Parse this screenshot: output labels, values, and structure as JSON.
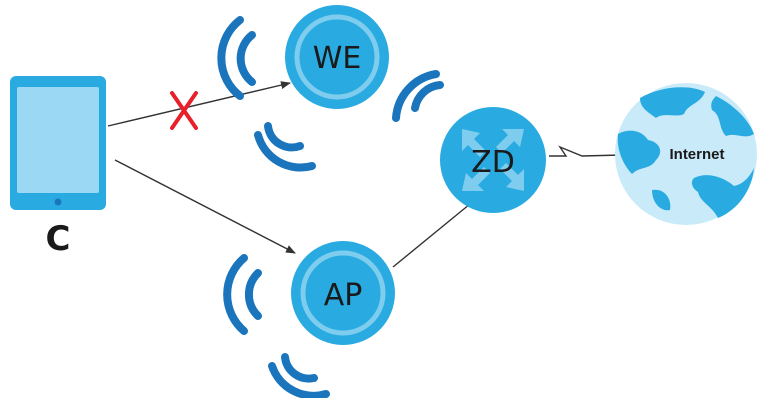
{
  "diagram": {
    "client_label": "C",
    "we_label": "WE",
    "zd_label": "ZD",
    "ap_label": "AP",
    "internet_label": "Internet"
  },
  "colors": {
    "device_blue": "#29abe2",
    "device_light": "#b9e4f7",
    "wave_blue": "#1b75bc",
    "globe_land": "#29abe2",
    "globe_water": "#c9ebf9",
    "blocked_red": "#e8202a",
    "line": "#333333"
  },
  "connections": [
    {
      "from": "C",
      "to": "WE",
      "status": "blocked"
    },
    {
      "from": "C",
      "to": "AP",
      "status": "allowed"
    },
    {
      "from": "AP",
      "to": "ZD",
      "status": "wired"
    },
    {
      "from": "ZD",
      "to": "Internet",
      "status": "wan"
    }
  ]
}
